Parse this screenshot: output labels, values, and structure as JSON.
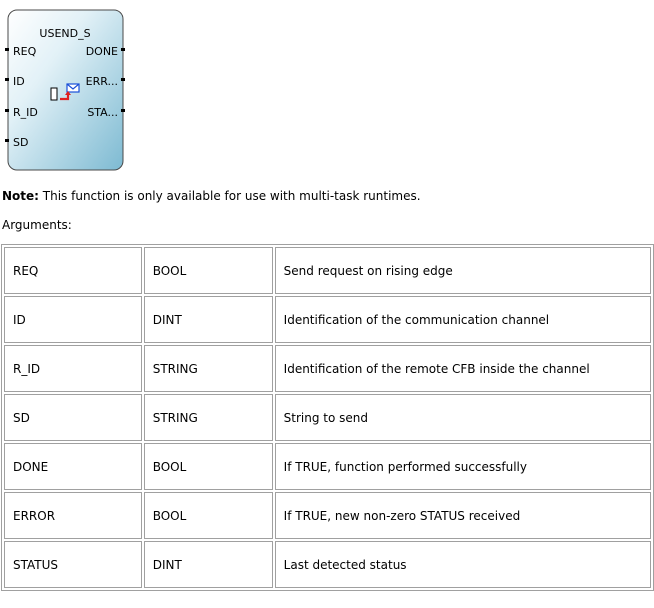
{
  "block": {
    "name": "USEND_S",
    "inputs": [
      "REQ",
      "ID",
      "R_ID",
      "SD"
    ],
    "outputs": [
      "DONE",
      "ERR...",
      "STA..."
    ],
    "icon": "send-message-icon",
    "colors": {
      "gradient_start": "#ffffff",
      "gradient_end": "#7dbad2",
      "pin": "#000000",
      "arrow": "#e02020",
      "envelope": "#1a4fd8"
    }
  },
  "note": {
    "label": "Note:",
    "text": " This function is only available for use with multi-task runtimes."
  },
  "arguments_label": "Arguments:",
  "arguments": [
    {
      "name": "REQ",
      "type": "BOOL",
      "description": "Send request on rising edge"
    },
    {
      "name": "ID",
      "type": "DINT",
      "description": "Identification of the communication channel"
    },
    {
      "name": "R_ID",
      "type": "STRING",
      "description": "Identification of the remote CFB inside the channel"
    },
    {
      "name": "SD",
      "type": "STRING",
      "description": "String to send"
    },
    {
      "name": "DONE",
      "type": "BOOL",
      "description": "If TRUE, function performed successfully"
    },
    {
      "name": "ERROR",
      "type": "BOOL",
      "description": "If TRUE, new non-zero STATUS received"
    },
    {
      "name": "STATUS",
      "type": "DINT",
      "description": "Last detected status"
    }
  ]
}
